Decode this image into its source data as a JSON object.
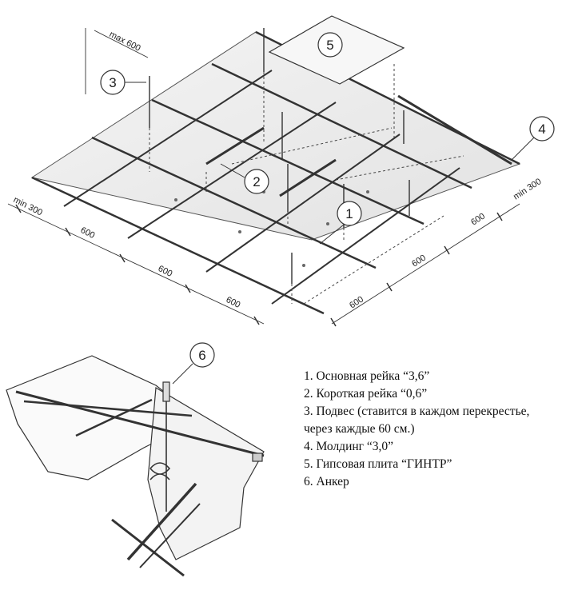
{
  "dimensions": {
    "max600": "max 600",
    "min300_left": "min 300",
    "min300_right": "min 300",
    "left_600": [
      "600",
      "600",
      "600"
    ],
    "right_600": [
      "600",
      "600",
      "600"
    ]
  },
  "callouts": {
    "c1": "1",
    "c2": "2",
    "c3": "3",
    "c4": "4",
    "c5": "5",
    "c6": "6"
  },
  "legend": [
    "1. Основная рейка “3,6”",
    "2. Короткая рейка “0,6”",
    "3. Подвес (ставится в каждом перекрестье,",
    "через каждые 60 см.)",
    "4. Молдинг “3,0”",
    "5. Гипсовая плита “ГИНТР”",
    "6. Анкер"
  ]
}
